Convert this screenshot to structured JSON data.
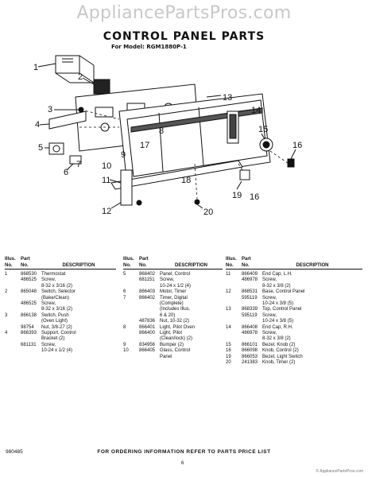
{
  "watermark": "AppliancePartsPros.com",
  "title": "CONTROL PANEL PARTS",
  "subtitle": "For Model: RGM1880P-1",
  "callouts": [
    "1",
    "2",
    "3",
    "4",
    "5",
    "6",
    "7",
    "8",
    "9",
    "10",
    "11",
    "12",
    "13",
    "14",
    "15",
    "16",
    "17",
    "18",
    "19",
    "20",
    "16"
  ],
  "table_headers": {
    "illus": "Illus.\nNo.",
    "part": "Part\nNo.",
    "description": "DESCRIPTION"
  },
  "columns": [
    [
      {
        "illus": "1",
        "part": "868530",
        "desc": "Thermostat"
      },
      {
        "illus": "",
        "part": "486525",
        "desc": "Screw,\n8-32 x 3/16 (2)"
      },
      {
        "illus": "2",
        "part": "865048",
        "desc": "Switch, Selector\n(Bake/Clean)"
      },
      {
        "illus": "",
        "part": "486525",
        "desc": "Screw,\n8-32 x 3/16 (2)"
      },
      {
        "illus": "3",
        "part": "866138",
        "desc": "Switch, Push\n(Oven Light)"
      },
      {
        "illus": "",
        "part": "98754",
        "desc": "Nut, 3/8-27 (2)"
      },
      {
        "illus": "4",
        "part": "866393",
        "desc": "Support, Control\nBracket (2)"
      },
      {
        "illus": "",
        "part": "681131",
        "desc": "Screw,\n10-24 x 1/2 (4)"
      }
    ],
    [
      {
        "illus": "5",
        "part": "868402",
        "desc": "Panel, Control"
      },
      {
        "illus": "",
        "part": "681151",
        "desc": "Screw,\n10-24 x 1/2 (4)"
      },
      {
        "illus": "6",
        "part": "866403",
        "desc": "Motor, Timer"
      },
      {
        "illus": "7",
        "part": "866402",
        "desc": "Timer, Digital\n(Complete)\n(Includes Illus.\n6 & 20)"
      },
      {
        "illus": "",
        "part": "487836",
        "desc": "Nut, 10-32 (2)"
      },
      {
        "illus": "8",
        "part": "866401",
        "desc": "Light, Pilot Oven"
      },
      {
        "illus": "",
        "part": "866400",
        "desc": "Light, Pilot\n(Clean/lock) (2)"
      },
      {
        "illus": "9",
        "part": "834956",
        "desc": "Bumper (2)"
      },
      {
        "illus": "10",
        "part": "866405",
        "desc": "Glass, Control\nPanel"
      }
    ],
    [
      {
        "illus": "11",
        "part": "866409",
        "desc": "End Cap, L.H."
      },
      {
        "illus": "",
        "part": "486978",
        "desc": "Screw,\n8-32 x 3/8 (2)"
      },
      {
        "illus": "12",
        "part": "868531",
        "desc": "Base, Control Panel"
      },
      {
        "illus": "",
        "part": "595119",
        "desc": "Screw,\n10-24 x 3/8 (5)"
      },
      {
        "illus": "13",
        "part": "868339",
        "desc": "Top, Control Panel"
      },
      {
        "illus": "",
        "part": "595119",
        "desc": "Screw,\n10-24 x 3/8 (5)"
      },
      {
        "illus": "14",
        "part": "866408",
        "desc": "End Cap, R.H."
      },
      {
        "illus": "",
        "part": "486978",
        "desc": "Screw,\n8-32 x 3/8 (2)"
      },
      {
        "illus": "15",
        "part": "866101",
        "desc": "Bezel, Knob (2)"
      },
      {
        "illus": "16",
        "part": "866098",
        "desc": "Knob, Control (2)"
      },
      {
        "illus": "19",
        "part": "866053",
        "desc": "Bezel, Light Switch"
      },
      {
        "illus": "20",
        "part": "241383",
        "desc": "Knob, Timer (2)"
      }
    ]
  ],
  "footer_code": "980485",
  "footer_note": "FOR ORDERING INFORMATION REFER TO PARTS PRICE LIST",
  "page_number": "6",
  "copyright": "© AppliancePartsPros.com"
}
